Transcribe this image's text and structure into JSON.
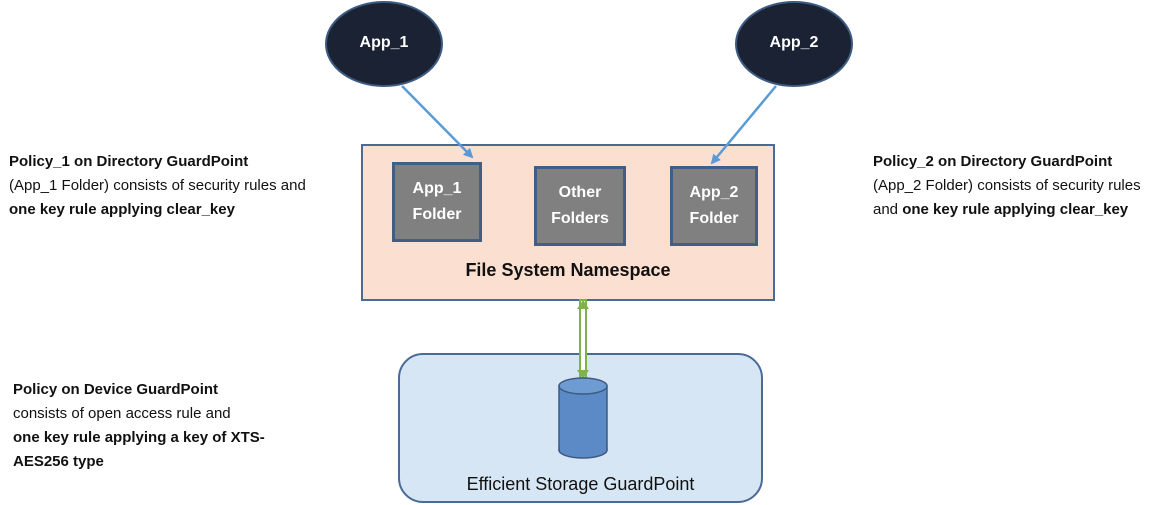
{
  "apps": [
    {
      "label": "App_1"
    },
    {
      "label": "App_2"
    }
  ],
  "namespace": {
    "label": "File System Namespace",
    "folders": [
      {
        "line1": "App_1",
        "line2": "Folder"
      },
      {
        "line1": "Other",
        "line2": "Folders"
      },
      {
        "line1": "App_2",
        "line2": "Folder"
      }
    ]
  },
  "storage": {
    "label": "Efficient Storage GuardPoint"
  },
  "notes": {
    "policy1": {
      "bold_lead": "Policy_1 on Directory GuardPoint",
      "normal": "(App_1 Folder) consists of security rules and ",
      "bold_tail": "one key rule applying clear_key"
    },
    "policy2": {
      "bold_lead": "Policy_2 on Directory GuardPoint",
      "normal": "(App_2 Folder) consists of security rules and ",
      "bold_tail": "one key rule applying clear_key"
    },
    "device": {
      "bold_lead": "Policy on Device GuardPoint",
      "normal": "consists of open access rule and",
      "bold_tail": "one key rule applying a key of XTS-AES256 type"
    }
  },
  "colors": {
    "app_ellipse": "#1a2233",
    "namespace_fill": "#fbe0d2",
    "namespace_border": "#4a6b94",
    "folder_fill": "#808080",
    "storage_fill": "#d6e6f4",
    "cylinder": "#5b8ac6",
    "arrow_blue": "#5b9bd5",
    "connector_green": "#7fb24a"
  }
}
